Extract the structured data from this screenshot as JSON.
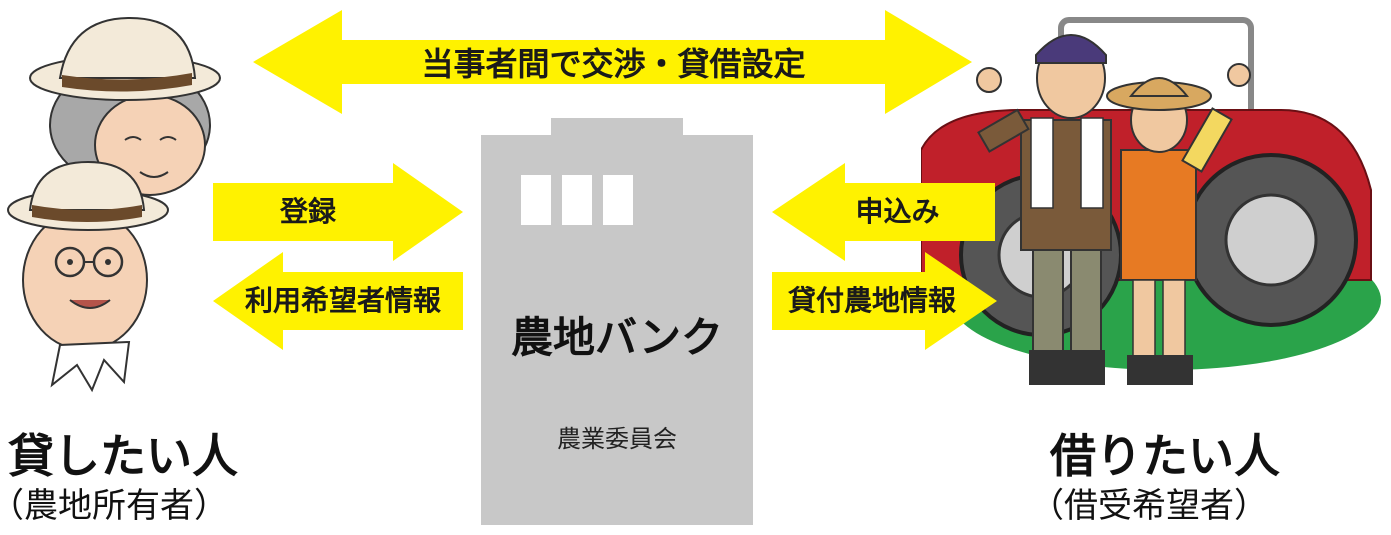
{
  "colors": {
    "arrow": "#fff200",
    "building": "#c8c8c8",
    "window": "#ffffff"
  },
  "top_arrow": {
    "label": "当事者間で交渉・貸借設定"
  },
  "left_arrows": {
    "register": "登録",
    "user_info": "利用希望者情報"
  },
  "right_arrows": {
    "apply": "申込み",
    "farmland_info": "貸付農地情報"
  },
  "bank": {
    "title": "農地バンク",
    "subtitle": "農業委員会"
  },
  "lender": {
    "title": "貸したい人",
    "subtitle": "（農地所有者）",
    "illustration": "elderly-couple-with-hats"
  },
  "borrower": {
    "title": "借りたい人",
    "subtitle": "（借受希望者）",
    "illustration": "young-farmers-with-tractor"
  }
}
